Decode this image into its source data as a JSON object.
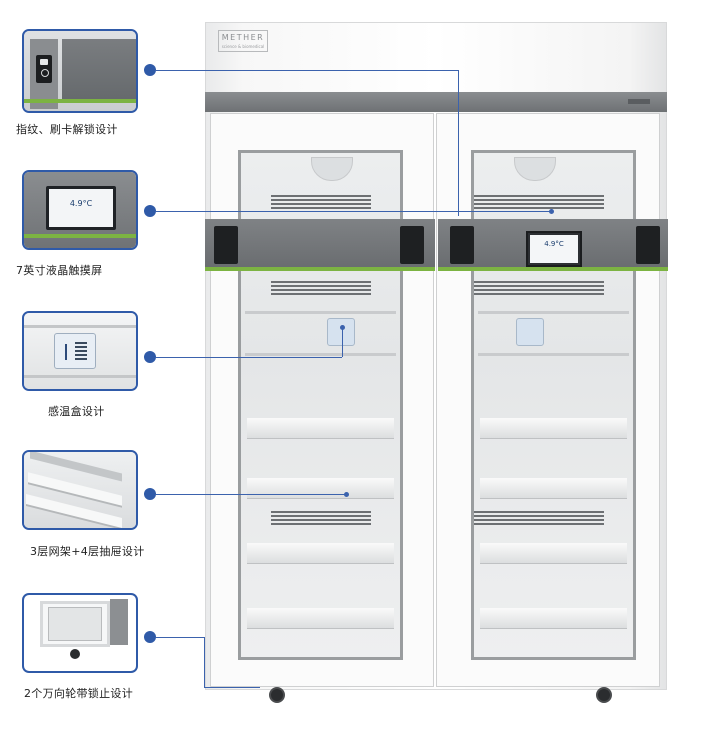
{
  "brand": {
    "logo": "METHER",
    "tagline": "science & biomedical"
  },
  "screen": {
    "temperature": "4.9°C"
  },
  "features": [
    {
      "caption": "指纹、刷卡解锁设计",
      "icon": "fingerprint-lock-icon"
    },
    {
      "caption": "7英寸液晶触摸屏",
      "icon": "touchscreen-icon"
    },
    {
      "caption": "感温盒设计",
      "icon": "temperature-sensor-icon"
    },
    {
      "caption": "3层网架+4层抽屉设计",
      "icon": "shelves-drawers-icon"
    },
    {
      "caption": "2个万向轮带锁止设计",
      "icon": "caster-wheel-icon"
    }
  ],
  "colors": {
    "accent_blue": "#2f5aa8",
    "accent_green": "#7cb342",
    "band_gray": "#74777a"
  }
}
